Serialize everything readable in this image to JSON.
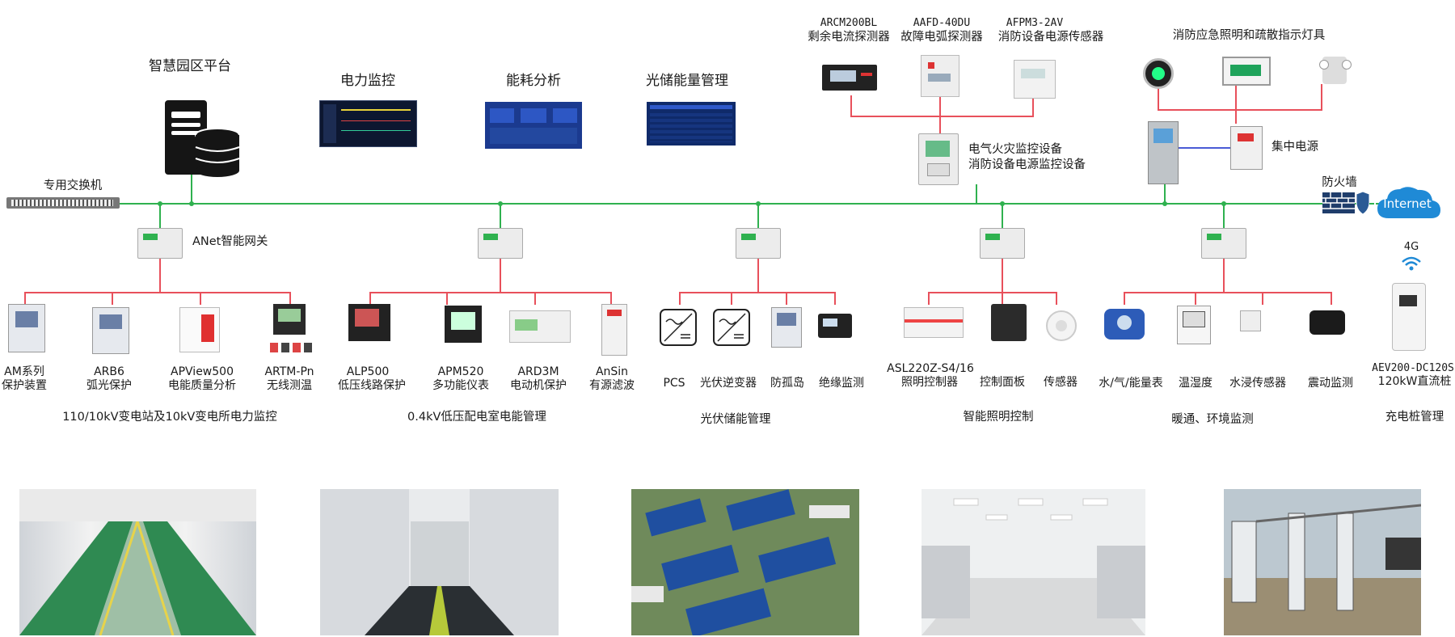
{
  "top": {
    "platform": "智慧园区平台",
    "apps": [
      "电力监控",
      "能耗分析",
      "光储能量管理"
    ],
    "switch": "专用交换机",
    "gateway": "ANet智能网关",
    "firewall": "防火墙",
    "internet": "Internet"
  },
  "fire": {
    "detectors": [
      {
        "model": "ARCM200BL",
        "name": "剩余电流探测器"
      },
      {
        "model": "AAFD-40DU",
        "name": "故障电弧探测器"
      },
      {
        "model": "AFPM3-2AV",
        "name": "消防设备电源传感器"
      }
    ],
    "monitor_line1": "电气火灾监控设备",
    "monitor_line2": "消防设备电源监控设备",
    "lighting_title": "消防应急照明和疏散指示灯具",
    "power": "集中电源"
  },
  "groups": [
    {
      "title": "110/10kV变电站及10kV变电所电力监控",
      "devices": [
        {
          "l1": "AM系列",
          "l2": "保护装置"
        },
        {
          "l1": "ARB6",
          "l2": "弧光保护"
        },
        {
          "l1": "APView500",
          "l2": "电能质量分析"
        },
        {
          "l1": "ARTM-Pn",
          "l2": "无线测温"
        }
      ]
    },
    {
      "title": "0.4kV低压配电室电能管理",
      "devices": [
        {
          "l1": "ALP500",
          "l2": "低压线路保护"
        },
        {
          "l1": "APM520",
          "l2": "多功能仪表"
        },
        {
          "l1": "ARD3M",
          "l2": "电动机保护"
        },
        {
          "l1": "AnSin",
          "l2": "有源滤波"
        }
      ]
    },
    {
      "title": "光伏储能管理",
      "devices": [
        {
          "l1": "PCS"
        },
        {
          "l1": "光伏逆变器"
        },
        {
          "l1": "防孤岛"
        },
        {
          "l1": "绝缘监测"
        }
      ]
    },
    {
      "title": "智能照明控制",
      "devices": [
        {
          "l1": "ASL220Z-S4/16",
          "l2": "照明控制器"
        },
        {
          "l1": "控制面板"
        },
        {
          "l1": "传感器"
        }
      ]
    },
    {
      "title": "暖通、环境监测",
      "devices": [
        {
          "l1": "水/气/能量表"
        },
        {
          "l1": "温湿度"
        },
        {
          "l1": "水浸传感器"
        },
        {
          "l1": "震动监测"
        }
      ]
    },
    {
      "title": "充电桩管理",
      "signal": "4G",
      "devices": [
        {
          "l1": "AEV200-DC120S",
          "l2": "120kW直流桩"
        }
      ]
    }
  ],
  "colors": {
    "bus": "#2fb14f",
    "branch": "#e8505b",
    "cloud": "#1f8ad6"
  }
}
